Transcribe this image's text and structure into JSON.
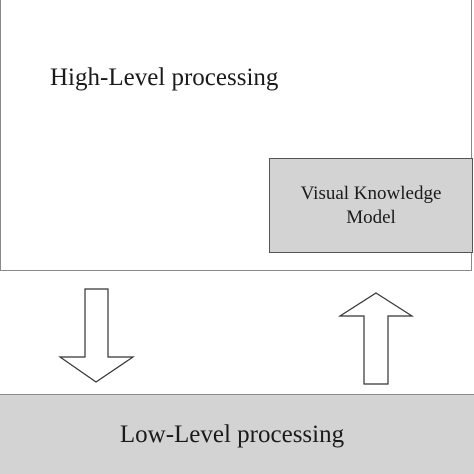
{
  "high_level": {
    "label": "High-Level processing"
  },
  "knowledge_model": {
    "line1": "Visual Knowledge",
    "line2": "Model"
  },
  "low_level": {
    "label": "Low-Level processing"
  },
  "arrows": {
    "down": "arrow-down-icon",
    "up": "arrow-up-icon"
  },
  "colors": {
    "box_fill": "#d3d3d3",
    "stroke": "#555555",
    "background": "#ffffff"
  }
}
